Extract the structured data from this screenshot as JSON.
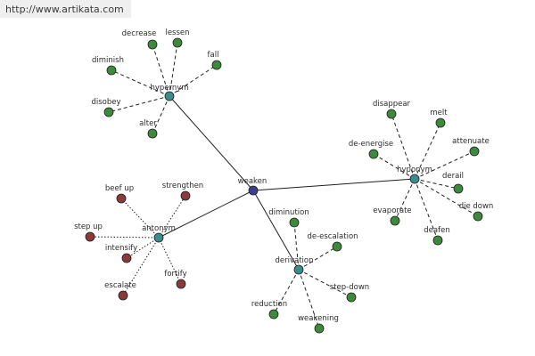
{
  "watermark": "http://www.artikata.com",
  "colors": {
    "root": "#3b3f8f",
    "relation": "#3f8a8a",
    "word_green": "#3d8a3d",
    "word_red": "#8a3a3a"
  },
  "root": {
    "id": "weaken",
    "label": "weaken"
  },
  "relations": [
    {
      "id": "hypernym",
      "label": "hypernym",
      "edge": "dashed",
      "word_color": "word_green",
      "words": [
        "decrease",
        "lessen",
        "diminish",
        "fall",
        "disobey",
        "alter"
      ]
    },
    {
      "id": "hyponym",
      "label": "hyponym",
      "edge": "dashed",
      "word_color": "word_green",
      "words": [
        "disappear",
        "melt",
        "de-energise",
        "attenuate",
        "derail",
        "die down",
        "evaporate",
        "deafen"
      ]
    },
    {
      "id": "antonym",
      "label": "antonym",
      "edge": "dotted",
      "word_color": "word_red",
      "words": [
        "beef up",
        "strengthen",
        "step up",
        "intensify",
        "escalate",
        "fortify"
      ]
    },
    {
      "id": "derivation",
      "label": "derivation",
      "edge": "dashed",
      "word_color": "word_green",
      "words": [
        "diminution",
        "de-escalation",
        "step-down",
        "reduction",
        "weakening"
      ]
    }
  ]
}
